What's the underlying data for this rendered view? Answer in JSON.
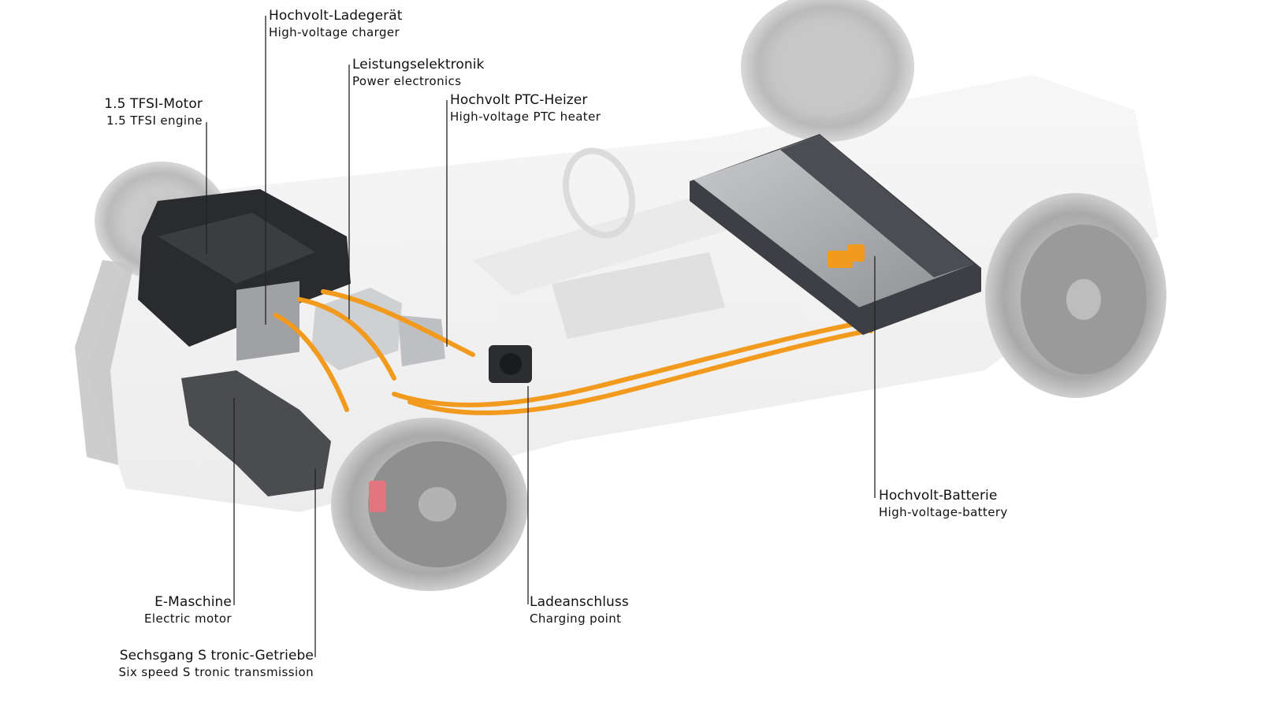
{
  "labels": {
    "engine": {
      "de": "1.5 TFSI-Motor",
      "en": "1.5 TFSI engine"
    },
    "charger": {
      "de": "Hochvolt-Ladegerät",
      "en": "High-voltage charger"
    },
    "power_electronics": {
      "de": "Leistungselektronik",
      "en": "Power electronics"
    },
    "ptc_heater": {
      "de": "Hochvolt PTC-Heizer",
      "en": "High-voltage PTC heater"
    },
    "battery": {
      "de": "Hochvolt-Batterie",
      "en": "High-voltage-battery"
    },
    "charging_point": {
      "de": "Ladeanschluss",
      "en": "Charging point"
    },
    "e_motor": {
      "de": "E-Maschine",
      "en": "Electric motor"
    },
    "transmission": {
      "de": "Sechsgang S tronic-Getriebe",
      "en": "Six speed S tronic transmission"
    }
  },
  "colors": {
    "cable": "#f29a1e",
    "battery_case": "#3d3f44",
    "engine_block": "#2a2b2e",
    "ghost_body": "#d9d9d9",
    "leader_line": "#222222"
  }
}
